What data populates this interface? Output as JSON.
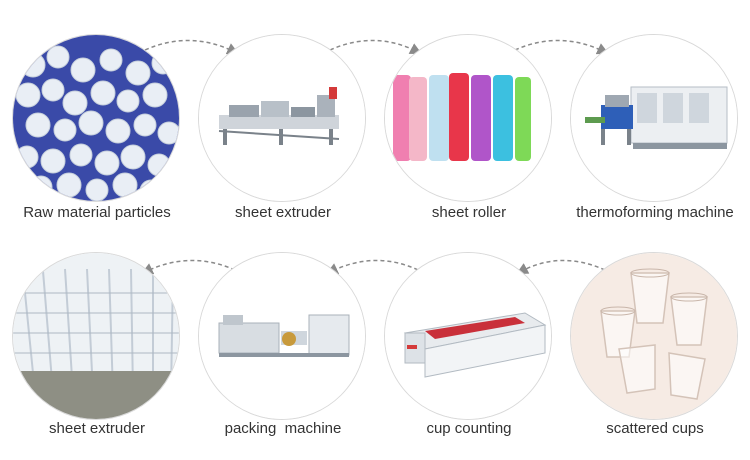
{
  "steps": [
    {
      "label": "Raw material particles",
      "icon": "pellets-icon"
    },
    {
      "label": "sheet extruder",
      "icon": "extruder-machine-icon"
    },
    {
      "label": "sheet roller",
      "icon": "sheet-rolls-icon"
    },
    {
      "label": "thermoforming machine",
      "icon": "thermoforming-machine-icon"
    },
    {
      "label": "sheet extruder",
      "icon": "stacked-cups-icon"
    },
    {
      "label": "packing  machine",
      "icon": "packing-machine-icon"
    },
    {
      "label": "cup counting",
      "icon": "counting-machine-icon"
    },
    {
      "label": "scattered cups",
      "icon": "scattered-cups-icon"
    }
  ],
  "colors": {
    "arrow": "#8a8a8a",
    "circle_border": "#d9d9d9",
    "roll_colors": [
      "#f07fb0",
      "#f4b7c8",
      "#bfe0f0",
      "#e8364a",
      "#b055c9",
      "#3cc0e0",
      "#7ed957"
    ]
  }
}
